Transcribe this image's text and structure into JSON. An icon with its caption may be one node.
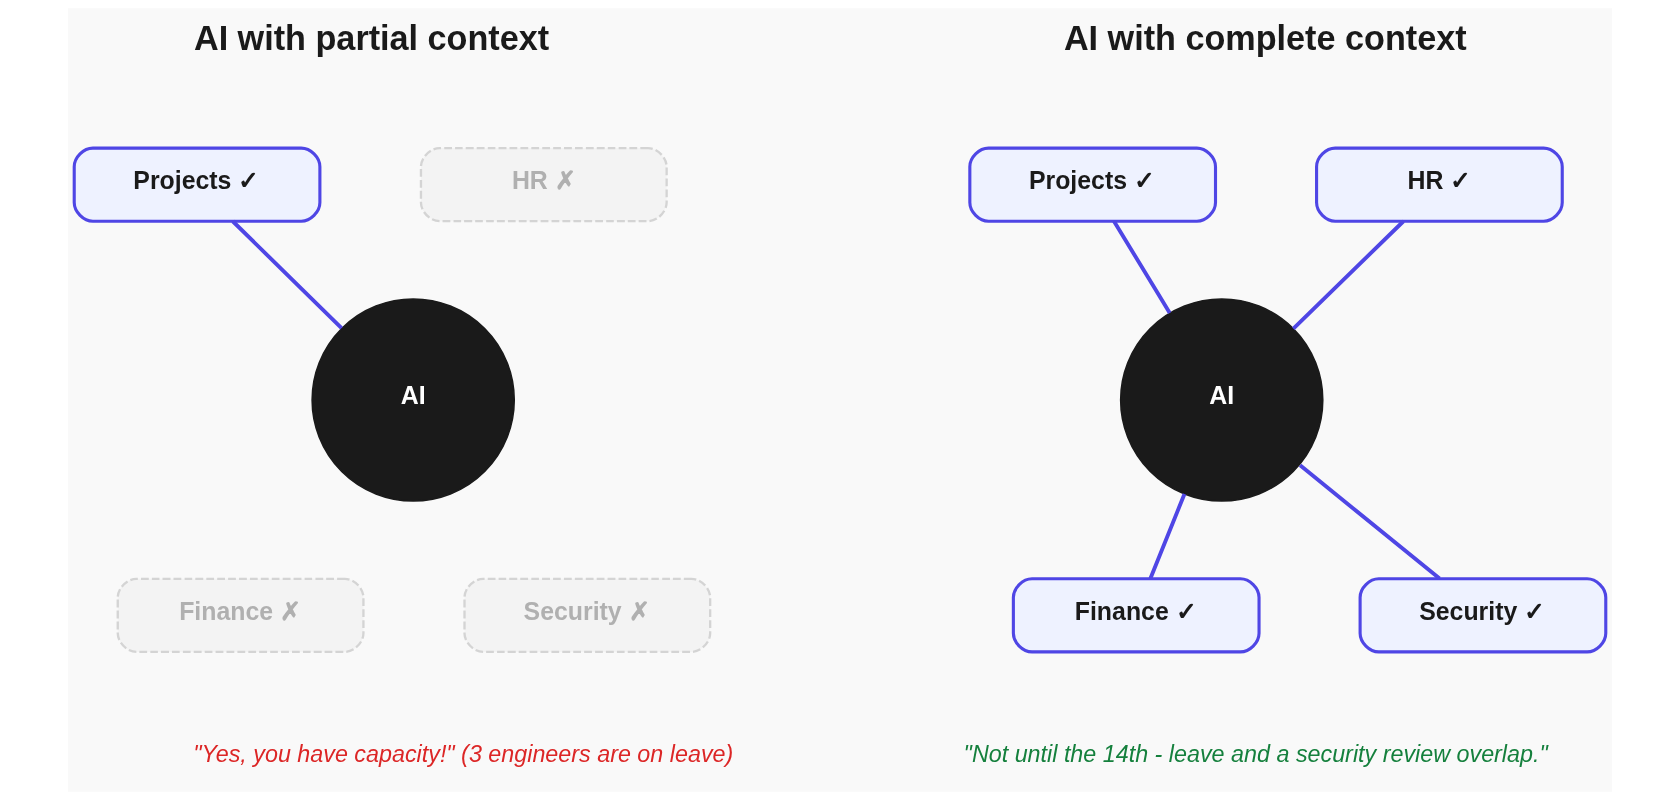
{
  "diagram": {
    "nodes": [
      {
        "text": [
          "Projects ✓"
        ]
      },
      {
        "text": [
          "HR ✗"
        ]
      },
      {
        "text": [
          "AI"
        ]
      },
      {
        "text": [
          "Finance ✗"
        ]
      },
      {
        "text": [
          "Security ✗"
        ]
      },
      {
        "text": [
          "Projects ✓"
        ]
      },
      {
        "text": [
          "HR ✓"
        ]
      },
      {
        "text": [
          "AI"
        ]
      },
      {
        "text": [
          "Finance ✓"
        ]
      },
      {
        "text": [
          "Security ✓"
        ]
      }
    ],
    "edges": [
      {
        "from": 0,
        "to": 2,
        "arrow": "none"
      },
      {
        "from": 5,
        "to": 7,
        "arrow": "none"
      },
      {
        "from": 6,
        "to": 7,
        "arrow": "none"
      },
      {
        "from": 7,
        "to": 8,
        "arrow": "none"
      },
      {
        "from": 7,
        "to": 9,
        "arrow": "none"
      }
    ],
    "labels": [
      "AI with partial context",
      "AI with complete context",
      "\"Yes, you have capacity!\" (3 engineers are on leave)",
      "\"Not until the 14th - leave and a security review overlap.\""
    ]
  }
}
